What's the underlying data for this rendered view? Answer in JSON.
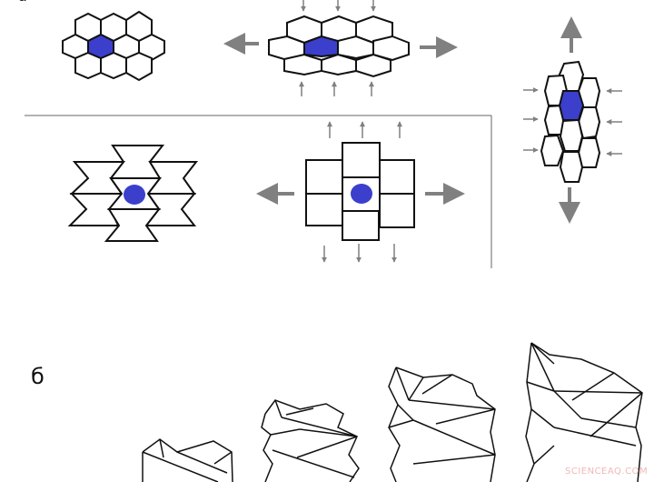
{
  "panels": {
    "a": {
      "label": "a",
      "top_left": {
        "description": "Hexagonal honeycomb (unstretched)",
        "highlight": "blue cell"
      },
      "top_middle": {
        "description": "Hexagonal honeycomb stretched horizontally",
        "arrows": "outward horizontal, inward vertical"
      },
      "right": {
        "description": "Hexagonal honeycomb stretched vertically",
        "arrows": "outward vertical, inward horizontal"
      },
      "bottom_left": {
        "description": "Re-entrant (auxetic) honeycomb",
        "highlight": "blue dot"
      },
      "bottom_middle": {
        "description": "Rectangular cells expanding",
        "arrows": "outward horizontal, outward vertical"
      }
    },
    "b": {
      "label": "б",
      "description": "Origami tube (Kresling-like) structures at increasing extension",
      "stages": 4
    }
  },
  "colors": {
    "highlight": "#3b3fcc",
    "arrow": "#808080",
    "line": "#111111",
    "divider": "#666666",
    "watermark": "#f0b8b8"
  },
  "watermark": "SCIENCEAQ.COM"
}
